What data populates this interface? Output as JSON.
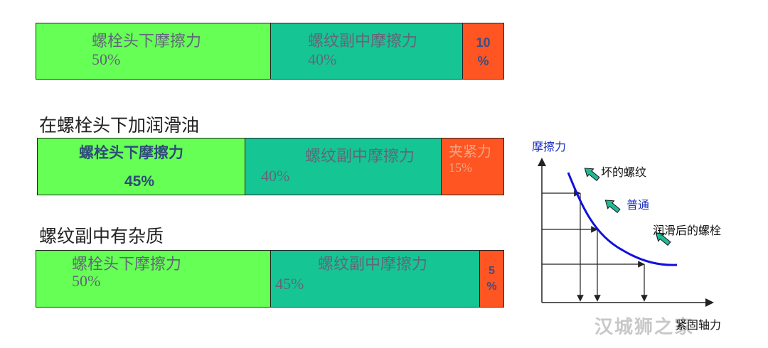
{
  "bar1": {
    "seg1": {
      "line1": "螺栓头下摩擦力",
      "line2": "50%"
    },
    "seg2": {
      "line1": "螺纹副中摩擦力",
      "line2": "40%"
    },
    "seg3": {
      "line1": "10",
      "line2": "%"
    }
  },
  "heading2": "在螺栓头下加润滑油",
  "bar2": {
    "seg1": {
      "line1": "螺栓头下摩擦力",
      "line2": "45%"
    },
    "seg2": {
      "line1": "螺纹副中摩擦力",
      "line2": "40%"
    },
    "seg3": {
      "line1": "夹紧力",
      "line2": "15%"
    }
  },
  "heading3": "螺纹副中有杂质",
  "bar3": {
    "seg1": {
      "line1": "螺栓头下摩擦力",
      "line2": "50%"
    },
    "seg2": {
      "line1": "螺纹副中摩擦力",
      "line2": "45%"
    },
    "seg3": {
      "line1": "5",
      "line2": "%"
    }
  },
  "graph": {
    "y_label": "摩擦力",
    "x_label": "紧固轴力",
    "annot_bad": "坏的螺纹",
    "annot_normal": "普通",
    "annot_lubricated": "润滑后的螺栓"
  },
  "watermark": "汉城狮之家",
  "colors": {
    "bolt_head": "#66ff55",
    "thread": "#16c594",
    "clamp": "#ff5522",
    "curve": "#1010dd",
    "arrow": "#22b893"
  }
}
